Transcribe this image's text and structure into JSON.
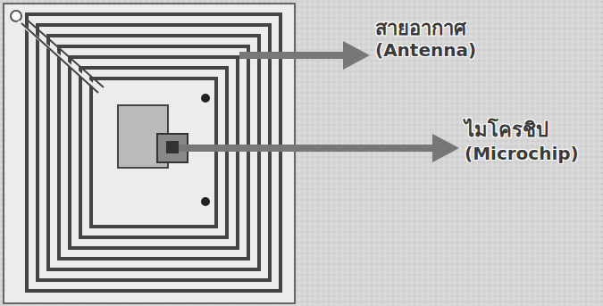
{
  "diagram": {
    "labels": [
      "สายอากาศ",
      "(Antenna)",
      "ไมโครชิป",
      "(Microchip)"
    ]
  }
}
